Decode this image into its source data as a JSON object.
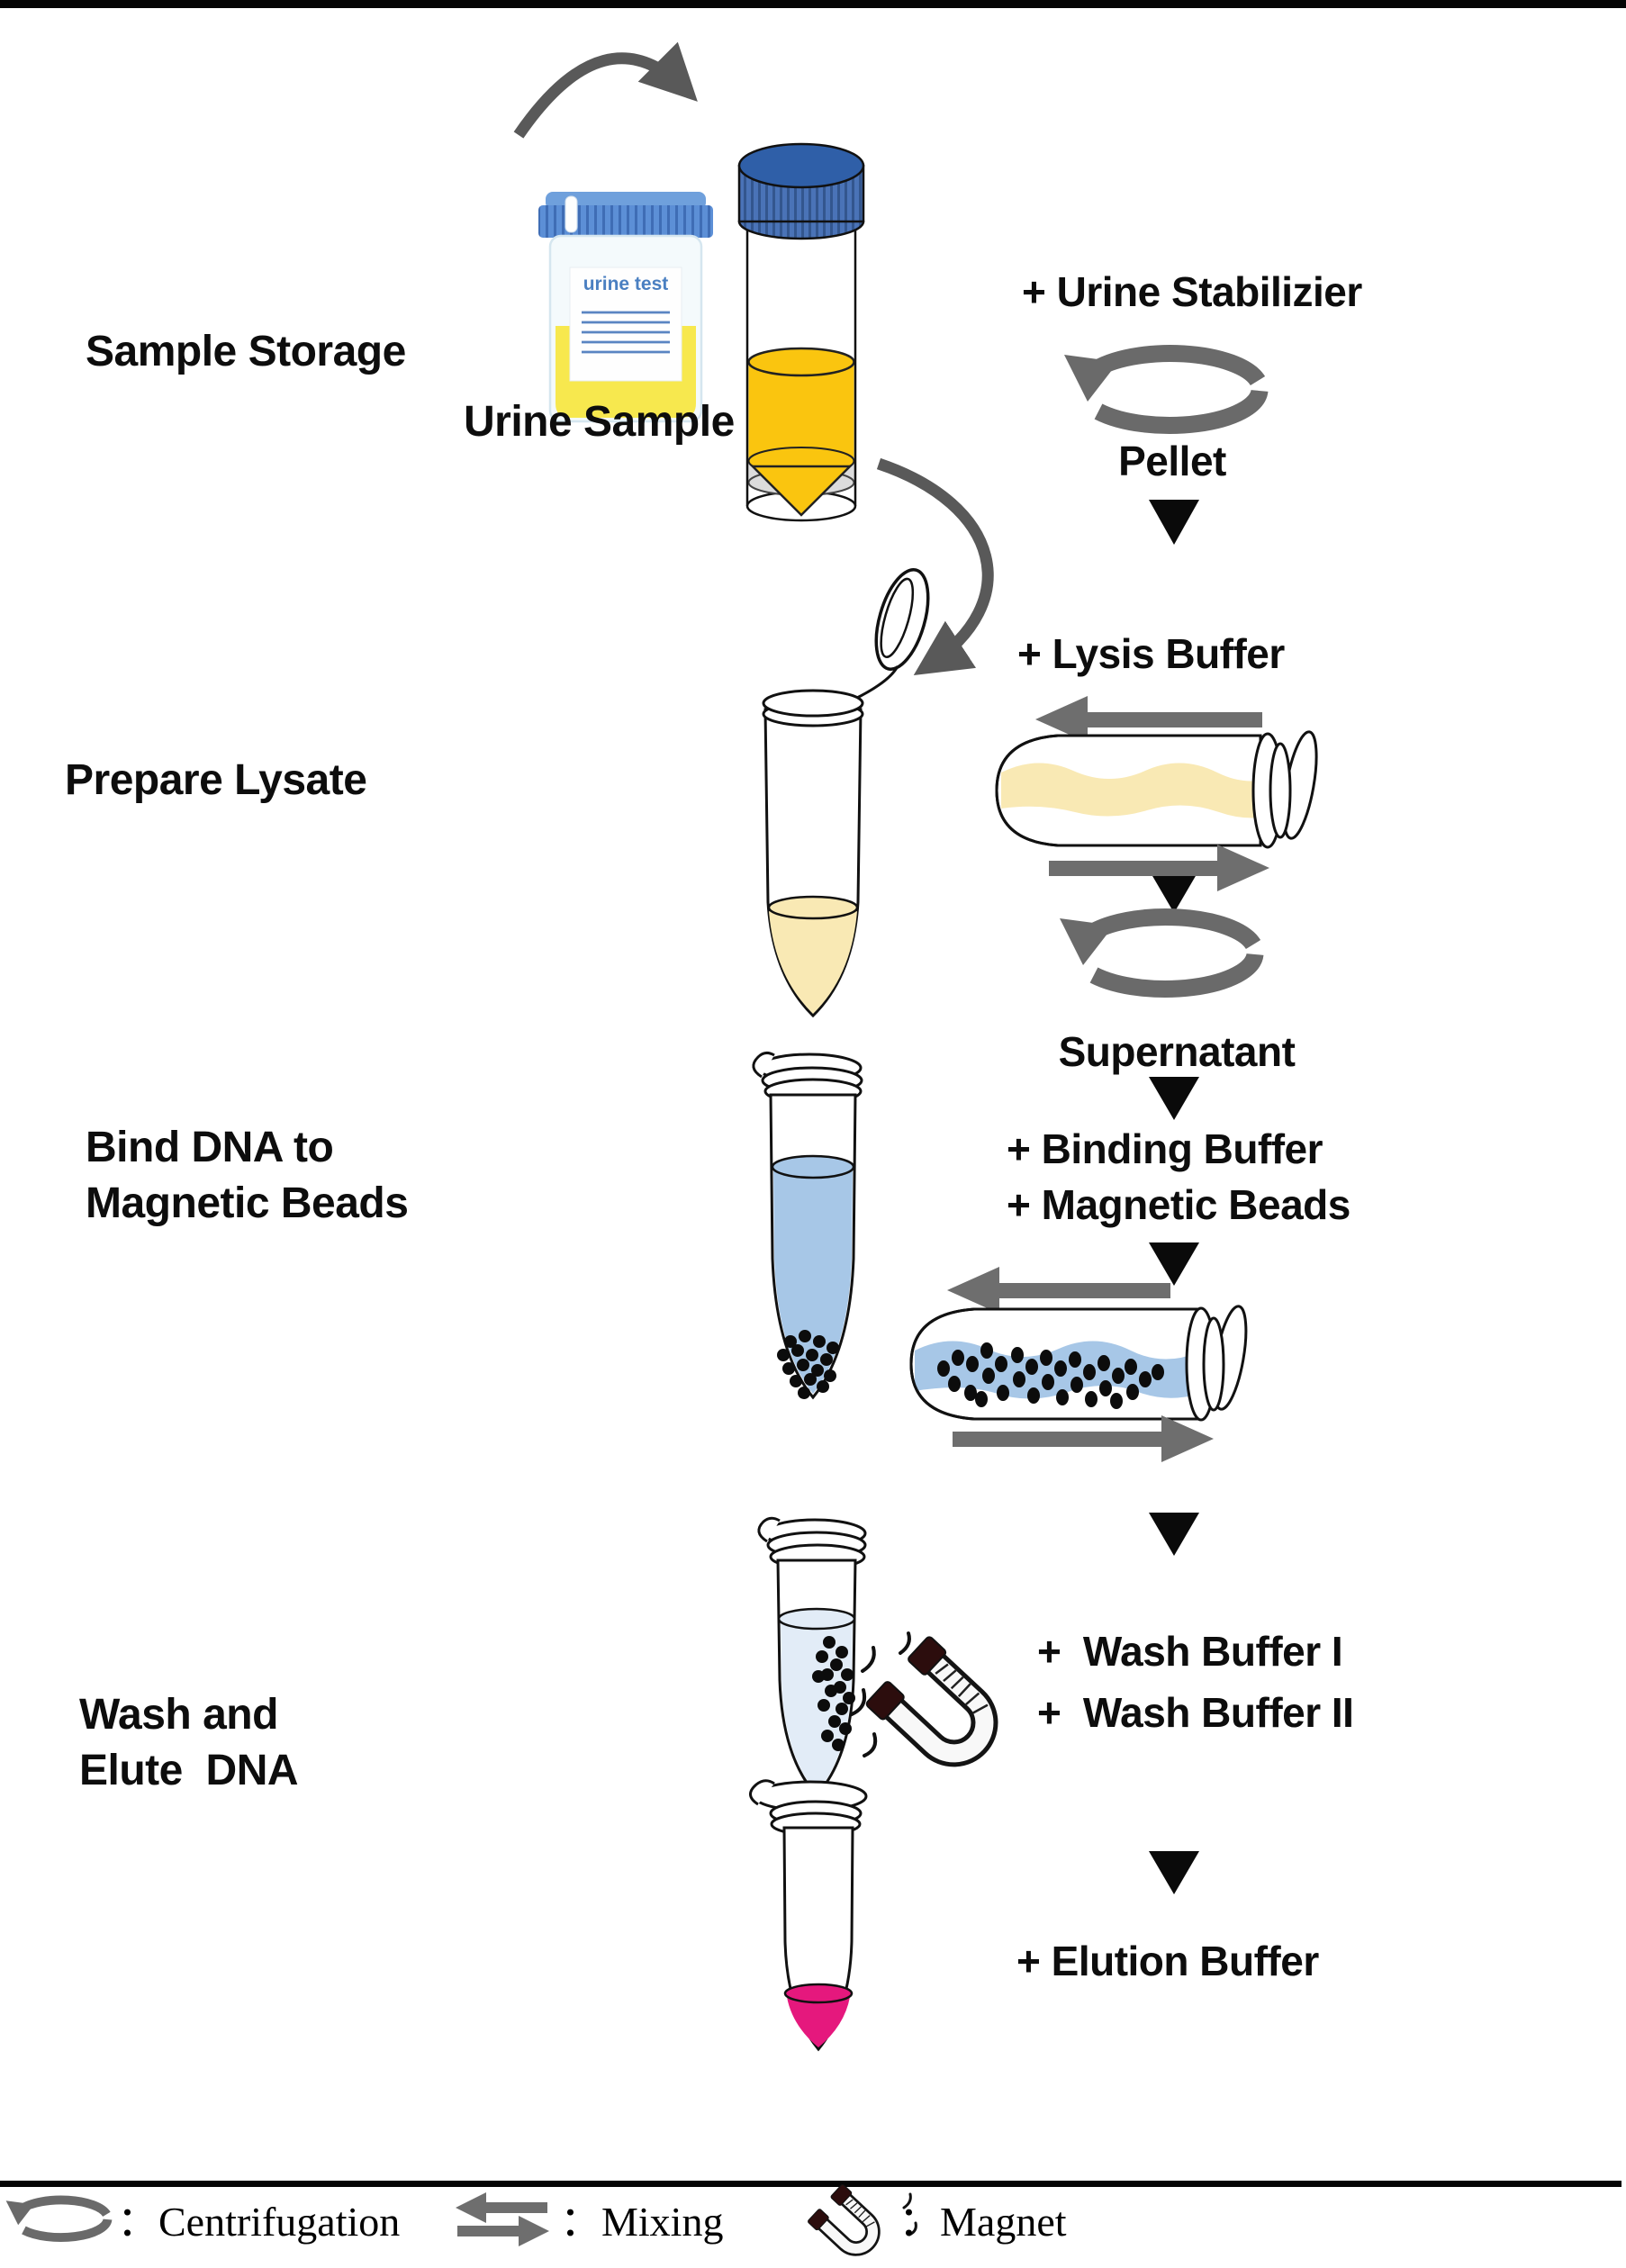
{
  "sections": {
    "sample_storage": "Sample Storage",
    "prepare_lysate": "Prepare Lysate",
    "bind_dna_line1": "Bind DNA to",
    "bind_dna_line2": "Magnetic Beads",
    "wash_elute_line1": "Wash and",
    "wash_elute_line2": "Elute  DNA"
  },
  "items": {
    "urine_sample": "Urine Sample",
    "urine_test_label": "urine test"
  },
  "steps": {
    "urine_stabilizer": "+ Urine Stabilizier",
    "pellet": "Pellet",
    "lysis_buffer": "+ Lysis Buffer",
    "supernatant": "Supernatant",
    "binding_buffer": "+ Binding Buffer",
    "magnetic_beads": "+ Magnetic Beads",
    "wash_buffer_1": "+  Wash Buffer I",
    "wash_buffer_2": "+  Wash Buffer II",
    "elution_buffer": "+ Elution Buffer"
  },
  "legend": {
    "colon": "：",
    "items": [
      {
        "icon": "centrifugation-icon",
        "label": "Centrifugation"
      },
      {
        "icon": "mixing-icon",
        "label": "Mixing"
      },
      {
        "icon": "magnet-icon",
        "label": "Magnet"
      }
    ]
  },
  "colors": {
    "urine_yellow": "#FAC50F",
    "cup_urine_yellow": "#F7E84E",
    "lysate_yellow": "#F9E9B4",
    "binding_blue": "#A7C7E7",
    "wash_blue": "#E2ECF7",
    "elution_pink": "#E5187D",
    "icon_gray": "#6A6A6A",
    "arrow_gray": "#595959",
    "cap_dark_blue": "#2F5FA8",
    "cap_rib_blue": "#4A73B7",
    "cup_cap_blue": "#5C8FD6",
    "label_blue": "#4A7FC1"
  }
}
